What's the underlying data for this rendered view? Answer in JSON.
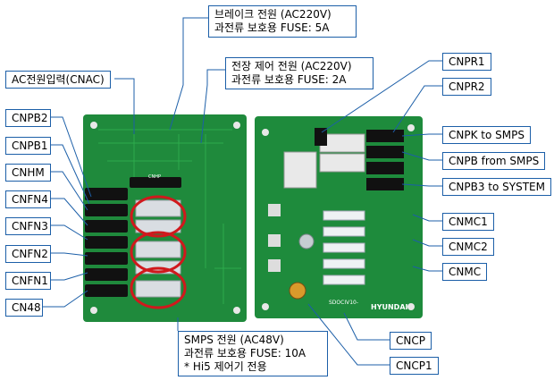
{
  "callouts": {
    "brake_power": [
      "브레이크 전원 (AC220V)",
      "과전류 보호용 FUSE: 5A"
    ],
    "electric_control_power": [
      "전장 제어 전원 (AC220V)",
      "과전류 보호용 FUSE: 2A"
    ],
    "ac_input": "AC전원입력(CNAC)",
    "smps_power": [
      "SMPS 전원 (AC48V)",
      "과전류 보호용 FUSE: 10A",
      "* Hi5 제어기 전용"
    ]
  },
  "left_connectors": [
    "CNPB2",
    "CNPB1",
    "CNHM",
    "CNFN4",
    "CNFN3",
    "CNFN2",
    "CNFN1",
    "CN48"
  ],
  "right_connectors": [
    "CNPR1",
    "CNPR2",
    "CNPK to SMPS",
    "CNPB from SMPS",
    "CNPB3 to SYSTEM",
    "CNMC1",
    "CNMC2",
    "CNMC"
  ],
  "bottom_connectors": [
    "CNCP",
    "CNCP1"
  ],
  "board_marks": {
    "brand": "HYUNDAI",
    "part": "SDOCIV10-",
    "small_header": "CNHP"
  },
  "colors": {
    "pcb": "#1f8a3c",
    "callout_border": "#1c5fa8",
    "highlight_ring": "#d0191d"
  }
}
